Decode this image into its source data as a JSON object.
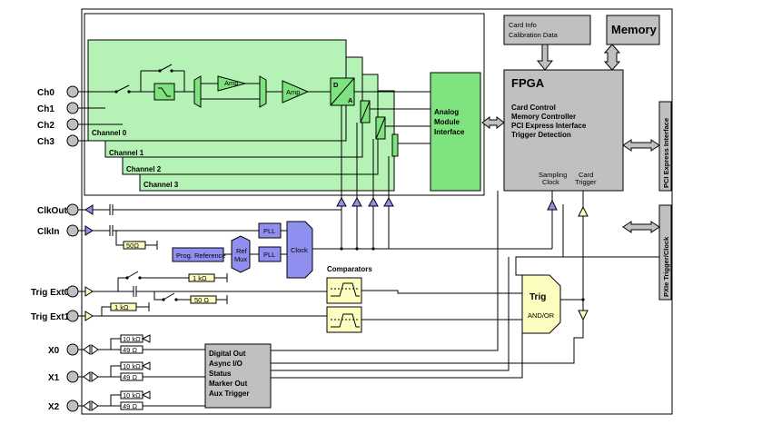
{
  "inputs": {
    "ch0": "Ch0",
    "ch1": "Ch1",
    "ch2": "Ch2",
    "ch3": "Ch3",
    "clkout": "ClkOut",
    "clkin": "ClkIn",
    "trig_ext0": "Trig Ext0",
    "trig_ext1": "Trig Ext1",
    "x0": "X0",
    "x1": "X1",
    "x2": "X2"
  },
  "channels": {
    "ch0": "Channel 0",
    "ch1": "Channel 1",
    "ch2": "Channel 2",
    "ch3": "Channel 3",
    "amp1": "Amp",
    "amp2": "Amp",
    "adc_d": "D",
    "adc_a": "A"
  },
  "ami": {
    "line1": "Analog",
    "line2": "Module",
    "line3": "Interface"
  },
  "card_info": {
    "line1": "Card Info",
    "line2": "Calibration Data"
  },
  "memory": "Memory",
  "fpga": {
    "title": "FPGA",
    "items": [
      "Card Control",
      "Memory Controller",
      "PCI Express Interface",
      "Trigger Detection"
    ],
    "sampling_clock": [
      "Sampling",
      "Clock"
    ],
    "card_trigger": [
      "Card",
      "Trigger"
    ]
  },
  "bus": {
    "pci": "PCI Express Interface",
    "pxie": "PXIe Trigger/Clock"
  },
  "clock": {
    "prog_ref": "Prog. Reference",
    "ref_mux": [
      "Ref",
      "Mux"
    ],
    "pll1": "PLL",
    "pll2": "PLL",
    "clock": "Clock",
    "r50": "50Ω"
  },
  "comparators": "Comparators",
  "trig": {
    "title": "Trig",
    "sub": "AND/OR",
    "r1k_a": "1 kΩ",
    "r50": "50 Ω",
    "r1k_b": "1 kΩ"
  },
  "digital": {
    "lines": [
      "Digital Out",
      "Async I/O",
      "Status",
      "Marker Out",
      "Aux Trigger"
    ]
  },
  "resistors": {
    "r10k": "10 kΩ",
    "r49": "49 Ω"
  },
  "colors": {
    "green": "#b5f2b5",
    "green_fill": "#7ee37e",
    "blue": "#8f8fef",
    "gray": "#c0c0c0",
    "yellow": "#fdfdc0"
  }
}
